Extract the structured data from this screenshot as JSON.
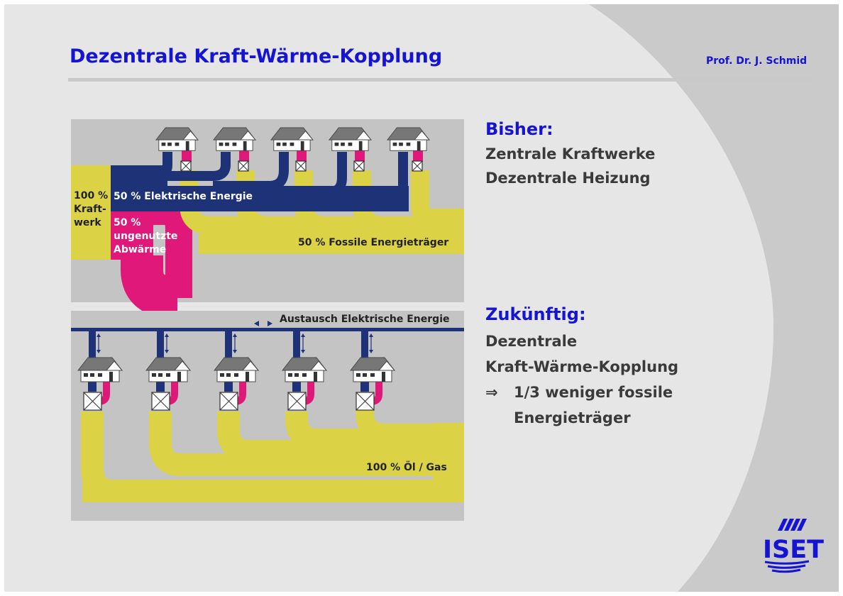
{
  "title": "Dezentrale Kraft-Wärme-Kopplung",
  "author": "Prof. Dr. J. Schmid",
  "colors": {
    "title_blue": "#1414d2",
    "electric_blue": "#1e3278",
    "fossil_yellow": "#dcd246",
    "waste_heat_magenta": "#e0187a",
    "panel_gray": "#c4c4c4",
    "slide_bg": "#e6e6e6"
  },
  "bisher": {
    "heading": "Bisher:",
    "lines": [
      "Zentrale Kraftwerke",
      "Dezentrale Heizung"
    ]
  },
  "zukunft": {
    "heading": "Zukünftig:",
    "lines": [
      "Dezentrale",
      "Kraft-Wärme-Kopplung"
    ],
    "arrow": "⇒",
    "result_lines": [
      "1/3 weniger fossile",
      "Energieträger"
    ]
  },
  "diagram_top": {
    "plant_label": [
      "100 %",
      "Kraft-",
      "werk"
    ],
    "electric_label": "50 % Elektrische Energie",
    "waste_label": [
      "50 %",
      "ungenutzte",
      "Abwärme"
    ],
    "fossil_label": "50 % Fossile Energieträger"
  },
  "diagram_bottom": {
    "exchange_label": "Austausch Elektrische Energie",
    "fuel_label": "100 % Öl / Gas"
  },
  "logo": {
    "text": "ISET"
  }
}
